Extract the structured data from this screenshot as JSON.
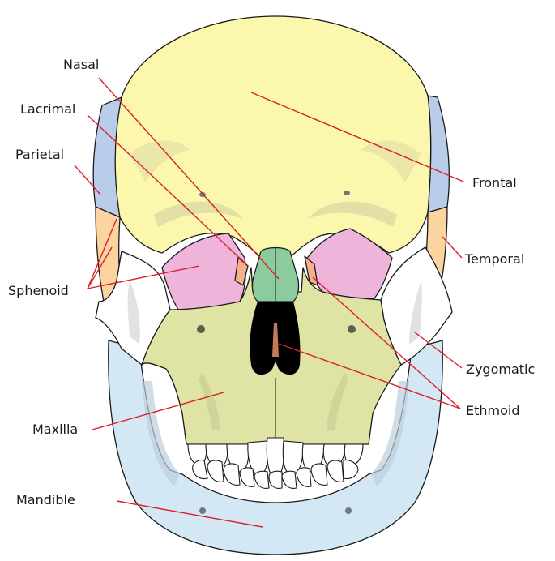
{
  "labels": {
    "nasal": "Nasal",
    "lacrimal": "Lacrimal",
    "parietal": "Parietal",
    "sphenoid": "Sphenoid",
    "maxilla": "Maxilla",
    "mandible": "Mandible",
    "frontal": "Frontal",
    "temporal": "Temporal",
    "zygomatic": "Zygomatic",
    "ethmoid": "Ethmoid"
  },
  "colors": {
    "frontal": "#fbf7ad",
    "parietal": "#b9cdea",
    "temporal": "#fbd4a0",
    "sphenoid": "#eeb4d9",
    "nasal": "#8ccb9e",
    "maxilla": "#dfe3a3",
    "mandible": "#d3e8f4",
    "zygomatic": "#ffffff",
    "ethmoid": "#f6b08a",
    "leader": "#d8202a"
  }
}
